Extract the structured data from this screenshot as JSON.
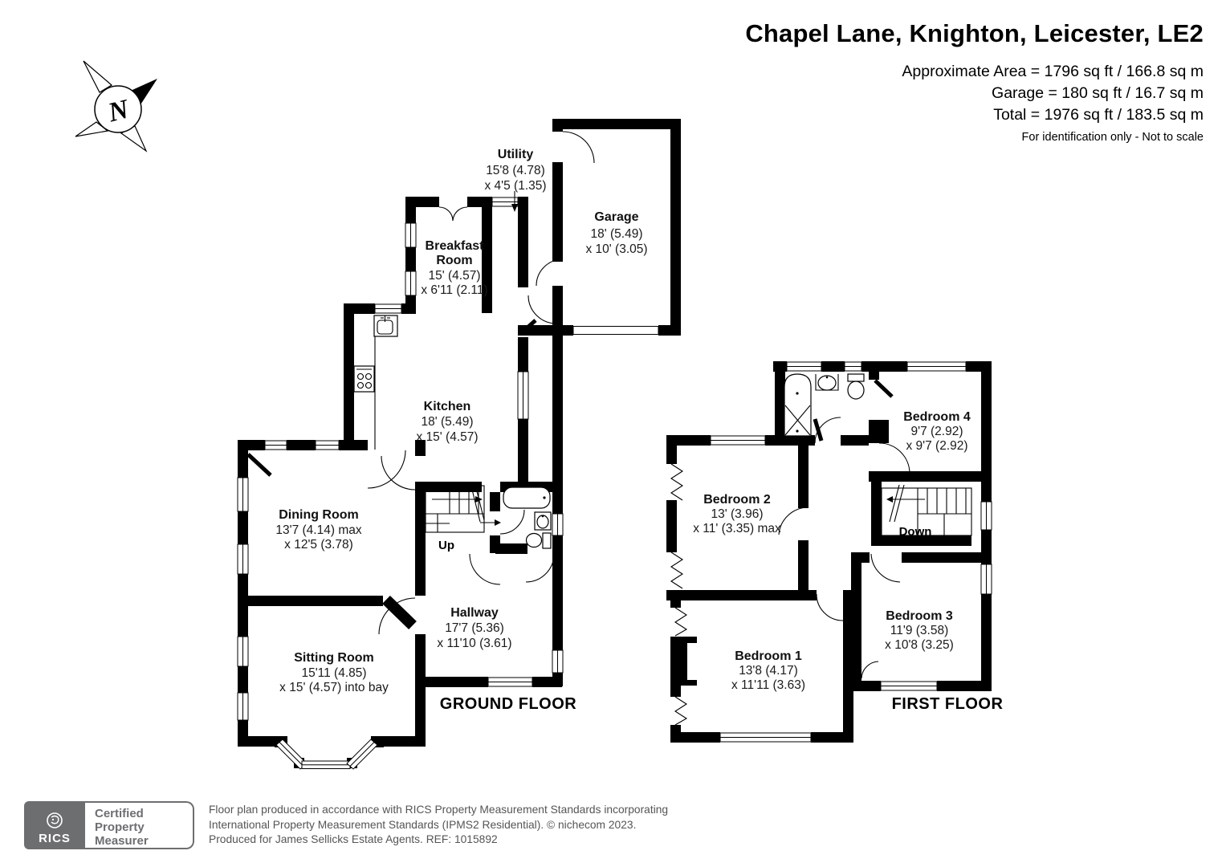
{
  "header": {
    "title": "Chapel Lane, Knighton, Leicester, LE2",
    "area_line_1": "Approximate Area = 1796 sq ft / 166.8 sq m",
    "area_line_2": "Garage = 180 sq ft / 16.7 sq m",
    "area_line_3": "Total = 1976 sq ft / 183.5 sq m",
    "disclaimer": "For identification only - Not to scale"
  },
  "compass": {
    "north_label": "N"
  },
  "ground_floor": {
    "floor_label": "GROUND FLOOR",
    "stairs_label": "Up",
    "rooms": {
      "utility": {
        "name": "Utility",
        "dim1": "15'8 (4.78)",
        "dim2": "x 4'5 (1.35)"
      },
      "garage": {
        "name": "Garage",
        "dim1": "18' (5.49)",
        "dim2": "x 10' (3.05)"
      },
      "breakfast_room": {
        "name_line_1": "Breakfast",
        "name_line_2": "Room",
        "dim1": "15' (4.57)",
        "dim2": "x 6'11 (2.11)"
      },
      "kitchen": {
        "name": "Kitchen",
        "dim1": "18' (5.49)",
        "dim2": "x 15' (4.57)"
      },
      "dining_room": {
        "name": "Dining Room",
        "dim1": "13'7 (4.14) max",
        "dim2": "x 12'5 (3.78)"
      },
      "sitting_room": {
        "name": "Sitting Room",
        "dim1": "15'11 (4.85)",
        "dim2": "x 15' (4.57)  into bay"
      },
      "hallway": {
        "name": "Hallway",
        "dim1": "17'7 (5.36)",
        "dim2": "x 11'10 (3.61)"
      }
    }
  },
  "first_floor": {
    "floor_label": "FIRST FLOOR",
    "stairs_label": "Down",
    "rooms": {
      "bedroom_1": {
        "name": "Bedroom 1",
        "dim1": "13'8 (4.17)",
        "dim2": "x 11'11 (3.63)"
      },
      "bedroom_2": {
        "name": "Bedroom 2",
        "dim1": "13' (3.96)",
        "dim2": "x 11' (3.35) max"
      },
      "bedroom_3": {
        "name": "Bedroom 3",
        "dim1": "11'9 (3.58)",
        "dim2": "x 10'8 (3.25)"
      },
      "bedroom_4": {
        "name": "Bedroom 4",
        "dim1": "9'7 (2.92)",
        "dim2": "x 9'7 (2.92)"
      }
    }
  },
  "footer": {
    "rics_label": "RICS",
    "badge_line_1": "Certified",
    "badge_line_2": "Property",
    "badge_line_3": "Measurer",
    "disclaimer_line_1": "Floor plan produced in accordance with RICS Property Measurement Standards incorporating",
    "disclaimer_line_2": "International Property Measurement Standards (IPMS2 Residential).   © nichecom 2023.",
    "disclaimer_line_3": "Produced for James Sellicks Estate Agents.   REF: 1015892"
  },
  "colors": {
    "wall": "#000000",
    "badge_gray": "#6d6e70",
    "footer_text": "#555555"
  }
}
